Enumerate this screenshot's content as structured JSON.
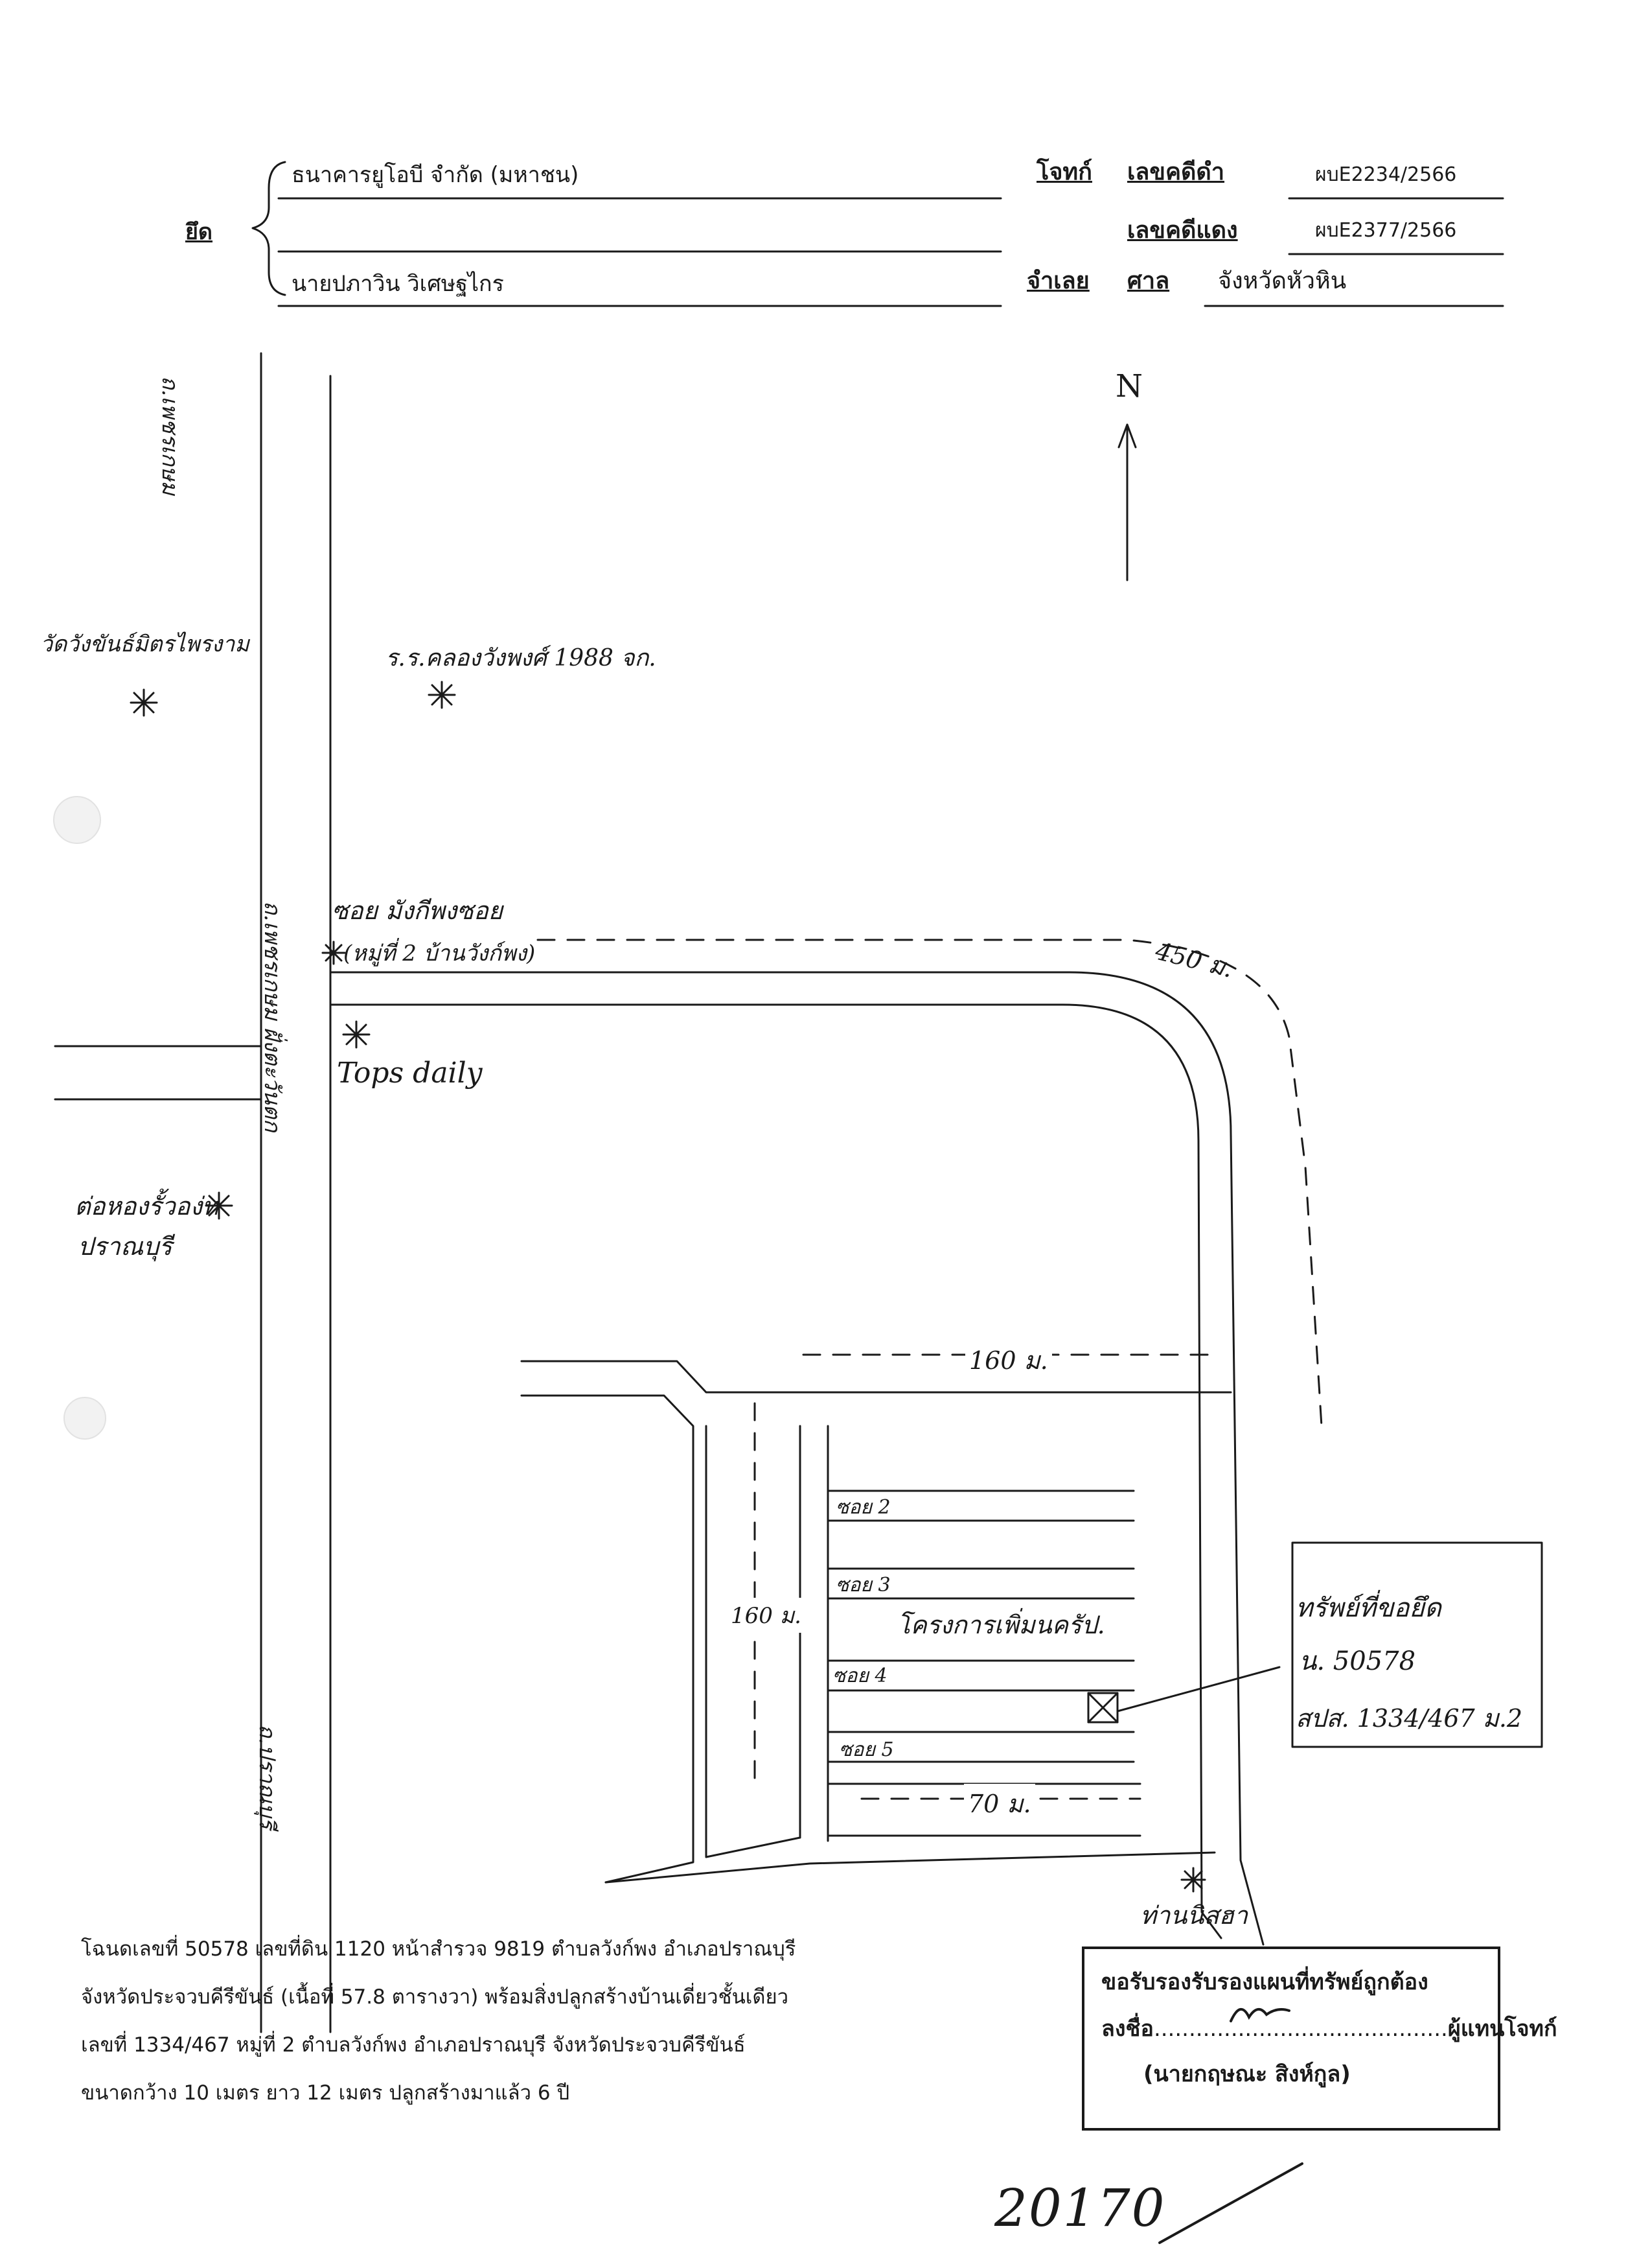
{
  "header": {
    "plaintiff_name": "ธนาคารยูโอบี จำกัด (มหาชน)",
    "defendant_name": "นายปภาวิน วิเศษฐไกร",
    "left_partial_label": "ยึด",
    "plaintiff_role": "โจทก์",
    "defendant_role": "จำเลย",
    "black_case_label": "เลขคดีดำ",
    "black_case_value": "ผบE2234/2566",
    "red_case_label": "เลขคดีแดง",
    "red_case_value": "ผบE2377/2566",
    "court_label": "ศาล",
    "court_value": "จังหวัดหัวหิน"
  },
  "map": {
    "north_label": "N",
    "left_road_top_label": "ถ.เพชรเกษม",
    "left_road_mid_label": "ถ.เพชรเกษม ฝั่งตะวันตก",
    "left_road_bottom_label": "ถ.ปราณบุรี",
    "temple_label": "วัดวังขันธ์มิตรไพรงาม",
    "school_label": "ร.ร.คลองวังพงศ์ 1988 จก.",
    "soi_label_line1": "ซอย มังกีพงซอย",
    "soi_label_line2": "(หมู่ที่ 2 บ้านวังก์พง)",
    "distance_450": "450 ม.",
    "tops_label": "Tops daily",
    "market_label_line1": "ต่อหองรั้วอง่ท",
    "market_label_line2": "ปราณบุรี",
    "distance_160_top": "160 ม.",
    "distance_160_side": "160 ม.",
    "distance_70": "70 ม.",
    "soi_2": "ซอย 2",
    "soi_3": "ซอย 3",
    "soi_4": "ซอย 4",
    "soi_5": "ซอย 5",
    "project_label": "โครงการเพิ่มนครัป.",
    "bottom_landmark": "ท่านนิสฮา",
    "property_box": {
      "line1": "ทรัพย์ที่ขอยึด",
      "line2": "น. 50578",
      "line3": "สปส. 1334/467 ม.2"
    }
  },
  "footer": {
    "line1": "โฉนดเลขที่ 50578 เลขที่ดิน 1120 หน้าสำรวจ 9819 ตำบลวังก์พง อำเภอปราณบุรี",
    "line2": "จังหวัดประจวบคีรีขันธ์ (เนื้อที่ 57.8 ตารางวา) พร้อมสิ่งปลูกสร้างบ้านเดี่ยวชั้นเดียว",
    "line3": "เลขที่ 1334/467 หมู่ที่ 2 ตำบลวังก์พง อำเภอปราณบุรี จังหวัดประจวบคีรีขันธ์",
    "line4": "ขนาดกว้าง 10 เมตร ยาว 12 เมตร ปลูกสร้างมาแล้ว 6 ปี"
  },
  "certification": {
    "title": "ขอรับรองรับรองแผนที่ทรัพย์ถูกต้อง",
    "sign_prefix": "ลงชื่อ",
    "sign_dots": "..........................................",
    "sign_role": "ผู้แทนโจทก์",
    "signer_name": "(นายกฤษณะ  สิงห์กูล)"
  },
  "page_number": "20170"
}
